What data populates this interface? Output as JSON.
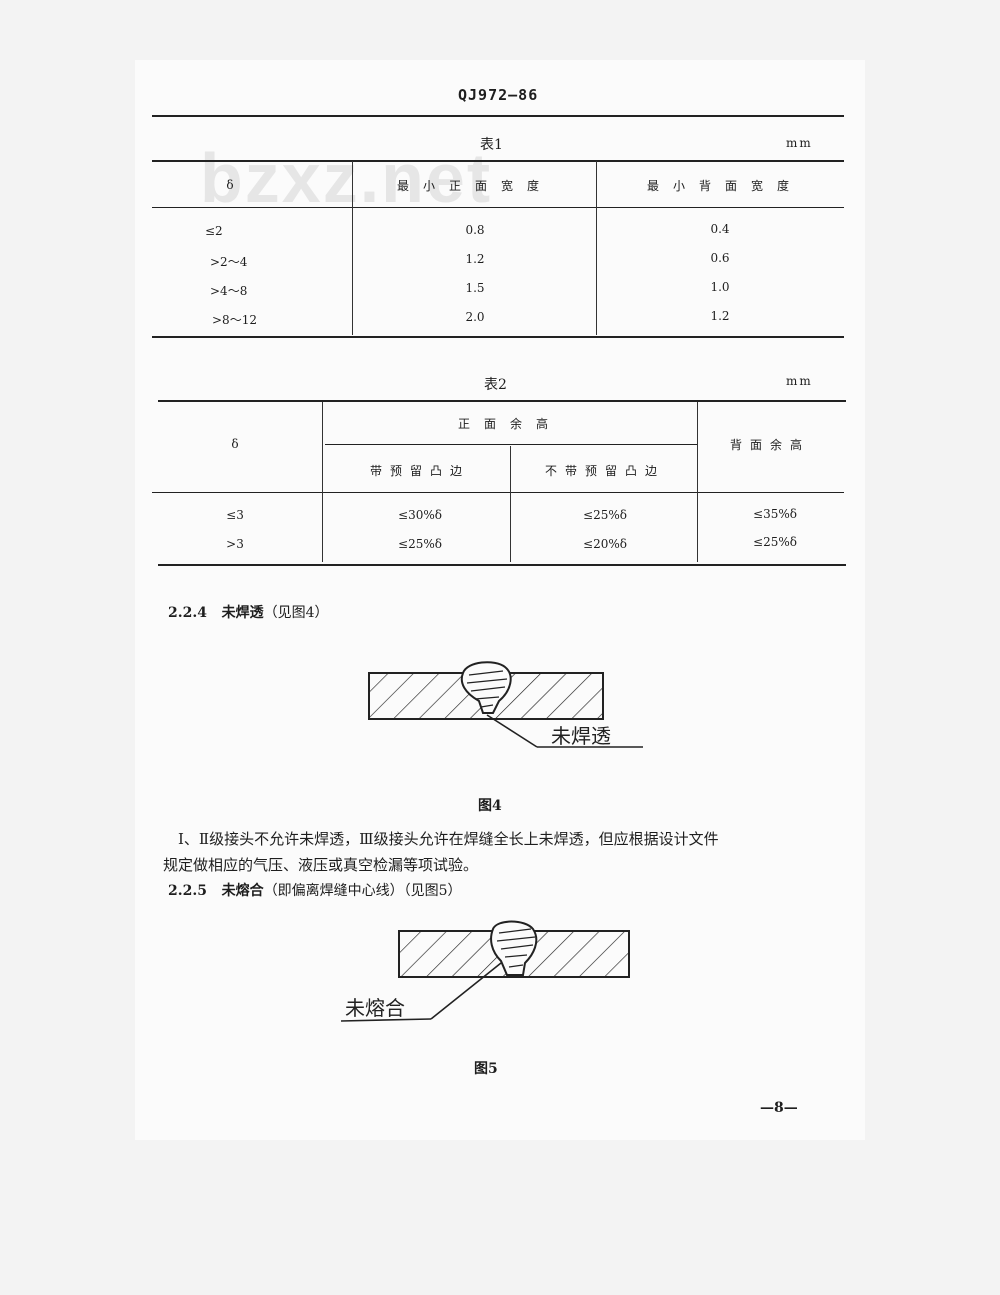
{
  "header": {
    "doc_code": "QJ972—86"
  },
  "watermark": "bzxz.net",
  "table1": {
    "caption": "表1",
    "unit": "mm",
    "columns": [
      "δ",
      "最小正面宽度",
      "最小背面宽度"
    ],
    "rows": [
      [
        "≤2",
        "0.8",
        "0.4"
      ],
      [
        ">2～4",
        "1.2",
        "0.6"
      ],
      [
        ">4～8",
        "1.5",
        "1.0"
      ],
      [
        ">8～12",
        "2.0",
        "1.2"
      ]
    ]
  },
  "table2": {
    "caption": "表2",
    "unit": "mm",
    "col_delta": "δ",
    "col_front_group": "正面余高",
    "col_front_with": "带预留凸边",
    "col_front_without": "不带预留凸边",
    "col_back": "背面余高",
    "rows": [
      [
        "≤3",
        "≤30%δ",
        "≤25%δ",
        "≤35%δ"
      ],
      [
        ">3",
        "≤25%δ",
        "≤20%δ",
        "≤25%δ"
      ]
    ]
  },
  "section_224": {
    "number": "2.2.4",
    "title": "未焊透",
    "ref": "（见图4）"
  },
  "figure4": {
    "label": "未焊透",
    "caption": "图4"
  },
  "paragraph": {
    "line1": "Ⅰ、Ⅱ级接头不允许未焊透，Ⅲ级接头允许在焊缝全长上未焊透，但应根据设计文件",
    "line2": "规定做相应的气压、液压或真空检漏等项试验。"
  },
  "section_225": {
    "number": "2.2.5",
    "title": "未熔合",
    "ref": "（即偏离焊缝中心线）（见图5）"
  },
  "figure5": {
    "label": "未熔合",
    "caption": "图5"
  },
  "page_number": "—8—"
}
